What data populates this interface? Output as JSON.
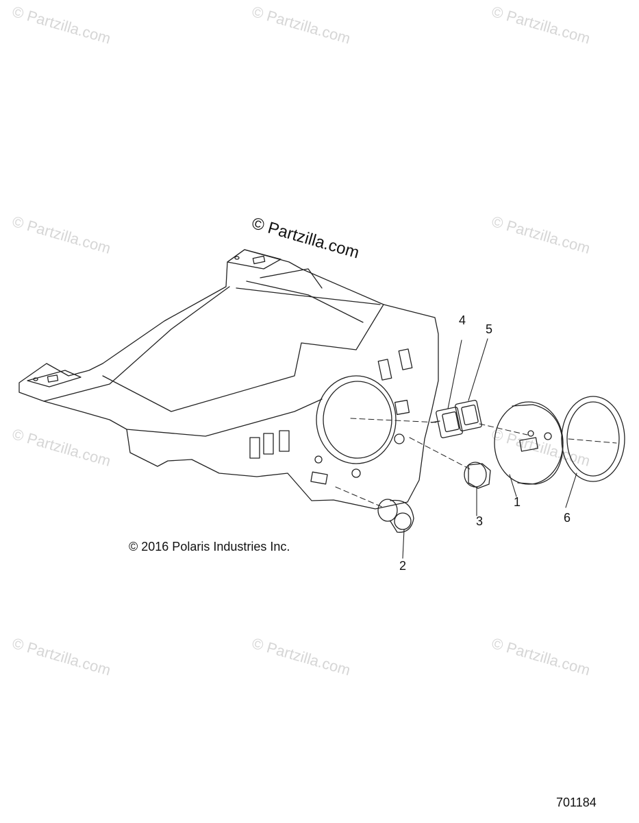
{
  "watermark": "© Partzilla.com",
  "callouts": [
    {
      "id": "1",
      "label": "1"
    },
    {
      "id": "2",
      "label": "2"
    },
    {
      "id": "3",
      "label": "3"
    },
    {
      "id": "4",
      "label": "4"
    },
    {
      "id": "5",
      "label": "5"
    },
    {
      "id": "6",
      "label": "6"
    }
  ],
  "copyright": "© 2016 Polaris Industries Inc.",
  "document_number": "701184"
}
